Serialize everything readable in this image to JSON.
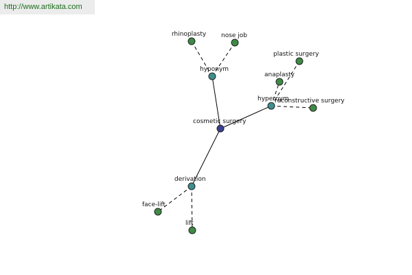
{
  "banner": {
    "url_text": "http://www.artikata.com"
  },
  "colors": {
    "root_node": "#3b3f8f",
    "relation_node": "#3f8f8f",
    "word_node": "#3f8a46",
    "banner_text": "#1b6e1b",
    "banner_background": "#ececec"
  },
  "graph": {
    "nodes": [
      {
        "id": "cosmetic-surgery",
        "label": "cosmetic surgery",
        "kind": "root"
      },
      {
        "id": "hyponym",
        "label": "hyponym",
        "kind": "relation"
      },
      {
        "id": "hypernym",
        "label": "hypernym",
        "kind": "relation"
      },
      {
        "id": "derivation",
        "label": "derivation",
        "kind": "relation"
      },
      {
        "id": "rhinoplasty",
        "label": "rhinoplasty",
        "kind": "word"
      },
      {
        "id": "nose-job",
        "label": "nose job",
        "kind": "word"
      },
      {
        "id": "plastic-surgery",
        "label": "plastic surgery",
        "kind": "word"
      },
      {
        "id": "anaplasty",
        "label": "anaplasty",
        "kind": "word"
      },
      {
        "id": "reconstructive-surgery",
        "label": "reconstructive surgery",
        "kind": "word"
      },
      {
        "id": "face-lift",
        "label": "face-lift",
        "kind": "word"
      },
      {
        "id": "lift",
        "label": "lift",
        "kind": "word"
      }
    ],
    "edges": [
      {
        "from": "cosmetic-surgery",
        "to": "hyponym",
        "style": "solid"
      },
      {
        "from": "cosmetic-surgery",
        "to": "hypernym",
        "style": "solid"
      },
      {
        "from": "cosmetic-surgery",
        "to": "derivation",
        "style": "solid"
      },
      {
        "from": "hyponym",
        "to": "rhinoplasty",
        "style": "dashed"
      },
      {
        "from": "hyponym",
        "to": "nose-job",
        "style": "dashed"
      },
      {
        "from": "hypernym",
        "to": "plastic-surgery",
        "style": "dashed"
      },
      {
        "from": "hypernym",
        "to": "anaplasty",
        "style": "dashed"
      },
      {
        "from": "hypernym",
        "to": "reconstructive-surgery",
        "style": "dashed"
      },
      {
        "from": "derivation",
        "to": "face-lift",
        "style": "dashed"
      },
      {
        "from": "derivation",
        "to": "lift",
        "style": "dashed"
      }
    ]
  }
}
